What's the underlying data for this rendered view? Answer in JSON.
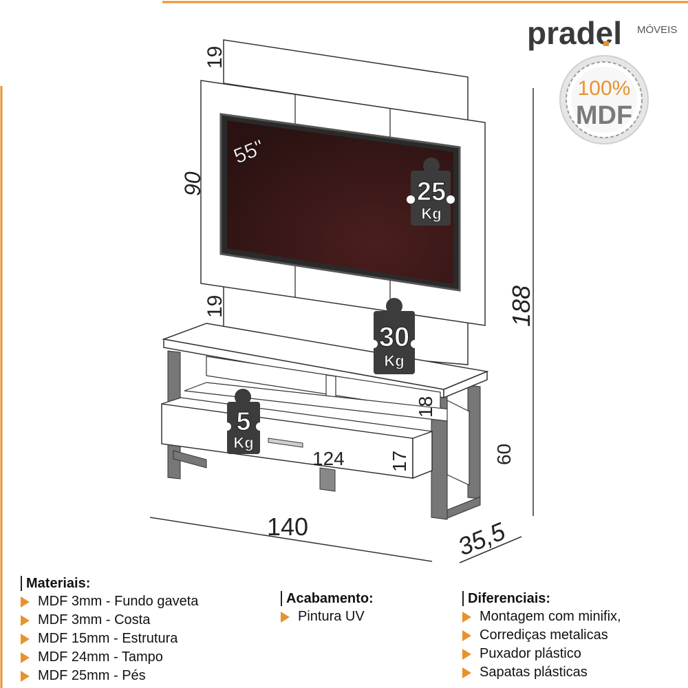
{
  "brand": {
    "name": "pradel",
    "sub": "MÓVEIS",
    "accent": "#e8922e"
  },
  "seal": {
    "top": "100%",
    "bottom": "MDF"
  },
  "tv": {
    "size": "55\""
  },
  "weights": [
    {
      "value": "25",
      "unit": "Kg"
    },
    {
      "value": "30",
      "unit": "Kg"
    },
    {
      "value": "5",
      "unit": "Kg"
    }
  ],
  "dimensions": {
    "top_panel": "19",
    "panel_height": "90",
    "lower_panel": "19",
    "total_height": "188",
    "width": "140",
    "depth": "35,5",
    "shelf": "18",
    "drawer_width": "124",
    "drawer_height": "17",
    "rack_height": "60"
  },
  "specs": {
    "materials": {
      "title": "Materiais:",
      "items": [
        "MDF 3mm - Fundo gaveta",
        "MDF 3mm - Costa",
        "MDF 15mm - Estrutura",
        "MDF 24mm - Tampo",
        "MDF 25mm - Pés"
      ]
    },
    "finish": {
      "title": "Acabamento:",
      "items": [
        "Pintura UV"
      ]
    },
    "features": {
      "title": "Diferenciais:",
      "items": [
        "Montagem com minifix,",
        "Corrediças metalicas",
        "Puxador plástico",
        "Sapatas plásticas"
      ]
    }
  }
}
